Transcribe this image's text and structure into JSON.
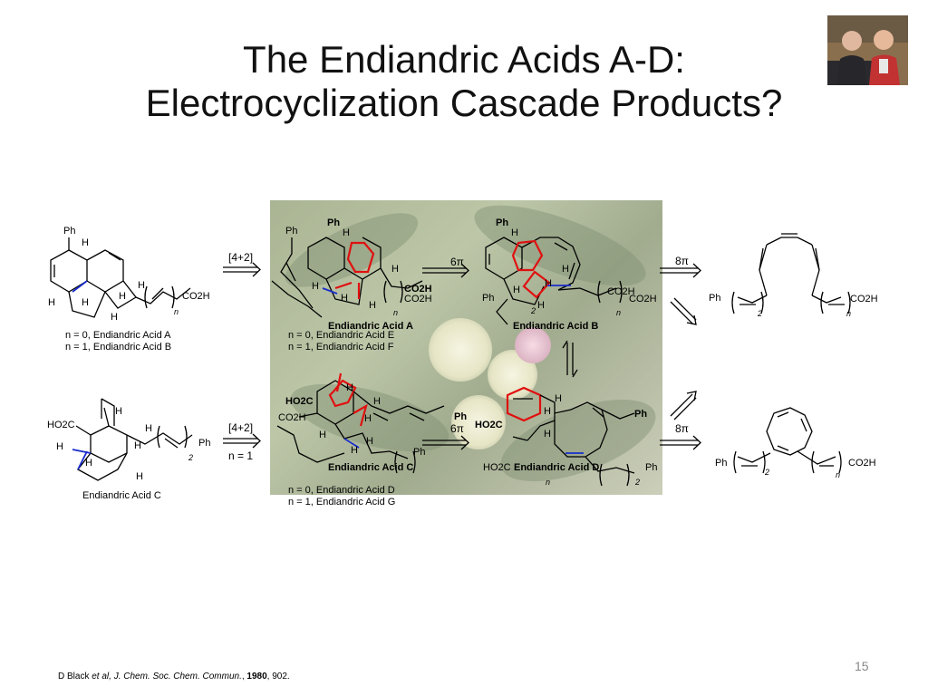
{
  "slide": {
    "title_line1": "The Endiandric Acids A-D:",
    "title_line2": "Electrocyclization Cascade Products?",
    "page_number": "15"
  },
  "citation": {
    "author": "D Black ",
    "etal": "et al",
    "journal": ", J. Chem. Soc. Chem. Commun.",
    "sep": ", ",
    "year": "1980",
    "pages": ", 902."
  },
  "arrows": {
    "top_cycloaddition": "[4+2]",
    "bottom_cycloaddition": "[4+2]",
    "bottom_condition": "n = 1",
    "top_6pi": "6π",
    "bottom_6pi": "6π",
    "top_8pi": "8π",
    "bottom_8pi": "8π"
  },
  "labels": {
    "acid_A": "Endiandric Acid A",
    "acid_B": "Endiandric Acid B",
    "acid_C": "Endiandric Acid C",
    "acid_C_left": "Endiandric Acid C",
    "acid_D": "Endiandric Acid D",
    "left_n0": "n = 0, Endiandric Acid A",
    "left_n1": "n = 1, Endiandric Acid B",
    "mid_n0_top": "n = 0, Endiandric Acid E",
    "mid_n1_top": "n = 1, Endiandric Acid F",
    "mid_n0_bot": "n = 0, Endiandric Acid D",
    "mid_n1_bot": "n = 1, Endiandric Acid G"
  },
  "atoms": {
    "ph": "Ph",
    "h": "H",
    "co2h": "CO2H",
    "ho2c": "HO2C",
    "n": "n",
    "two": "2"
  },
  "colors": {
    "highlight_red": "#e01010",
    "highlight_blue": "#1a2ccc",
    "text": "#000000",
    "page_number": "#888888"
  }
}
